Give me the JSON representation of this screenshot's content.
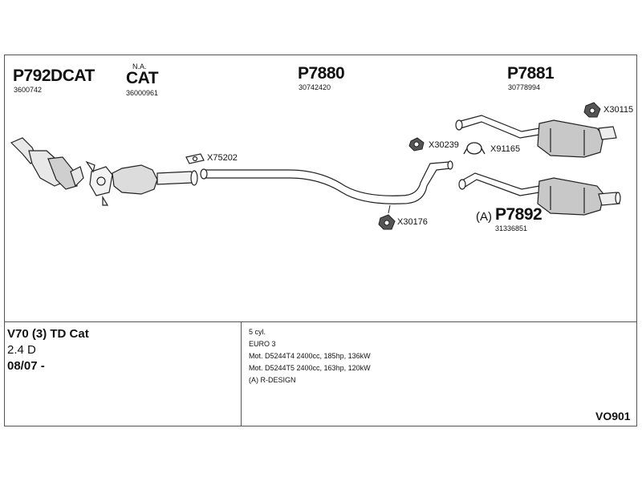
{
  "parts": {
    "p1": {
      "number": "P792DCAT",
      "ref": "3600742"
    },
    "p2": {
      "note": "N.A.",
      "number": "CAT",
      "ref": "36000961"
    },
    "p3": {
      "number": "P7880",
      "ref": "30742420"
    },
    "p4": {
      "number": "P7881",
      "ref": "30778994"
    },
    "p5": {
      "prefix": "(A)",
      "number": "P7892",
      "ref": "31336851"
    }
  },
  "callouts": {
    "c1": "X75202",
    "c2": "X30239",
    "c3": "X91165",
    "c4": "X30115",
    "c5": "X30176"
  },
  "vehicle": {
    "model": "V70 (3) TD Cat",
    "engine": "2.4 D",
    "date": "08/07 -"
  },
  "specs": [
    "5 cyl.",
    "EURO 3",
    "Mot. D5244T4 2400cc, 185hp, 136kW",
    "Mot. D5244T5 2400cc, 163hp, 120kW",
    "(A) R-DESIGN"
  ],
  "kit_code": "VO901"
}
